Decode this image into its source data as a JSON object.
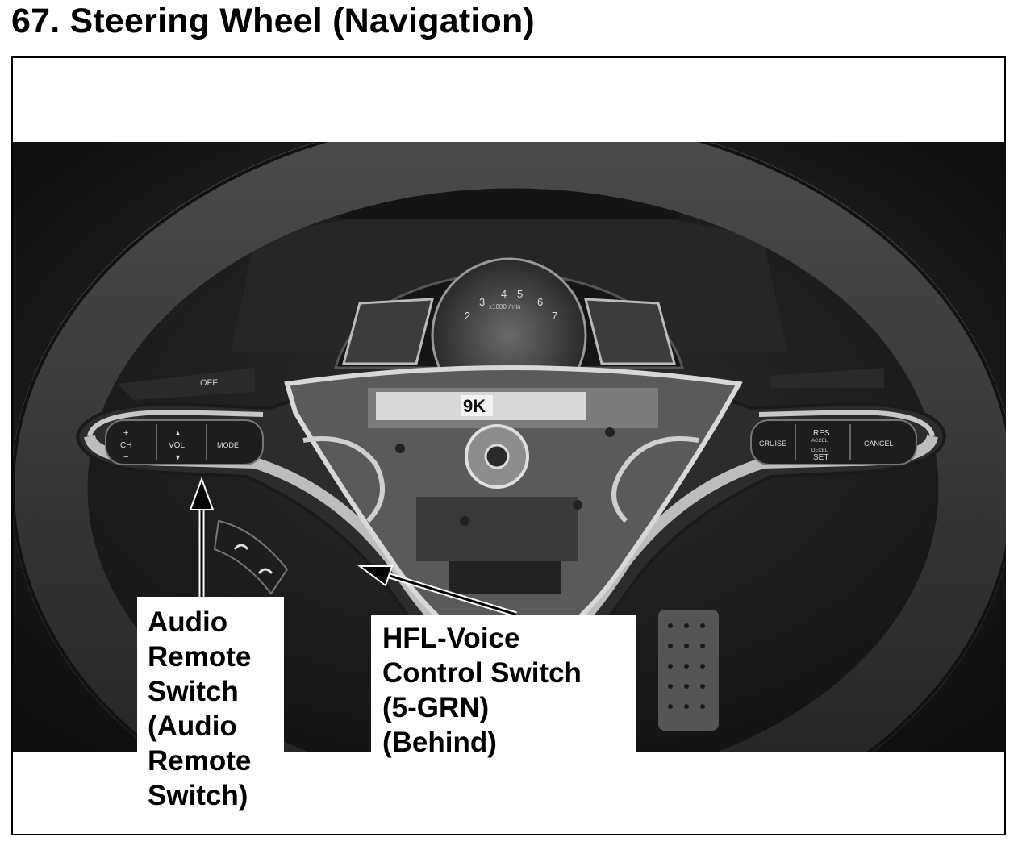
{
  "title": "67. Steering Wheel (Navigation)",
  "callouts": {
    "audio_remote_switch": {
      "lines": [
        "Audio",
        "Remote",
        "Switch",
        "(Audio",
        "Remote",
        "Switch)"
      ]
    },
    "hfl_voice_control_switch": {
      "lines": [
        "HFL-Voice",
        "Control Switch",
        "(5-GRN)",
        "(Behind)"
      ]
    }
  },
  "wheel_labels": {
    "ch": "CH",
    "vol": "VOL",
    "mode": "MODE",
    "cruise": "CRUISE",
    "res": "RES",
    "accel": "ACCEL",
    "decel": "DECEL",
    "set": "SET",
    "cancel": "CANCEL",
    "plus": "+",
    "minus": "−",
    "up": "▲",
    "down": "▼",
    "sticker": "9K",
    "gauge_numbers": [
      "2",
      "3",
      "4",
      "5",
      "6",
      "7"
    ],
    "gauge_unit": "x1000r/min",
    "light_off": "OFF"
  }
}
